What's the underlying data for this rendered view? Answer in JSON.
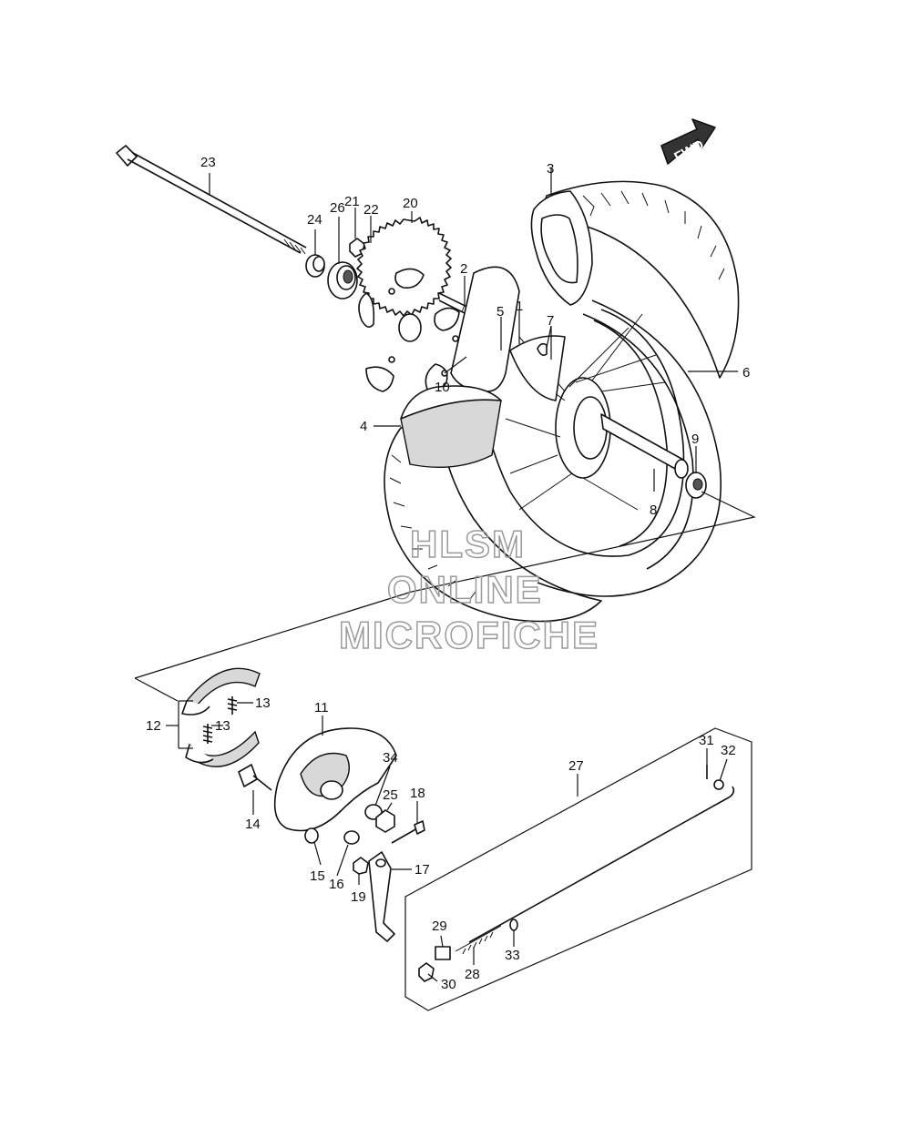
{
  "diagram": {
    "fwd_label": "FWD",
    "watermark": [
      "HLSM",
      "ONLINE",
      "MICROFICHE"
    ],
    "parts": [
      "1",
      "2",
      "3",
      "4",
      "5",
      "6",
      "7",
      "8",
      "9",
      "10",
      "11",
      "12",
      "13",
      "13",
      "14",
      "15",
      "16",
      "17",
      "18",
      "19",
      "20",
      "21",
      "22",
      "23",
      "24",
      "25",
      "26",
      "27",
      "28",
      "29",
      "30",
      "31",
      "32",
      "33",
      "34"
    ]
  }
}
